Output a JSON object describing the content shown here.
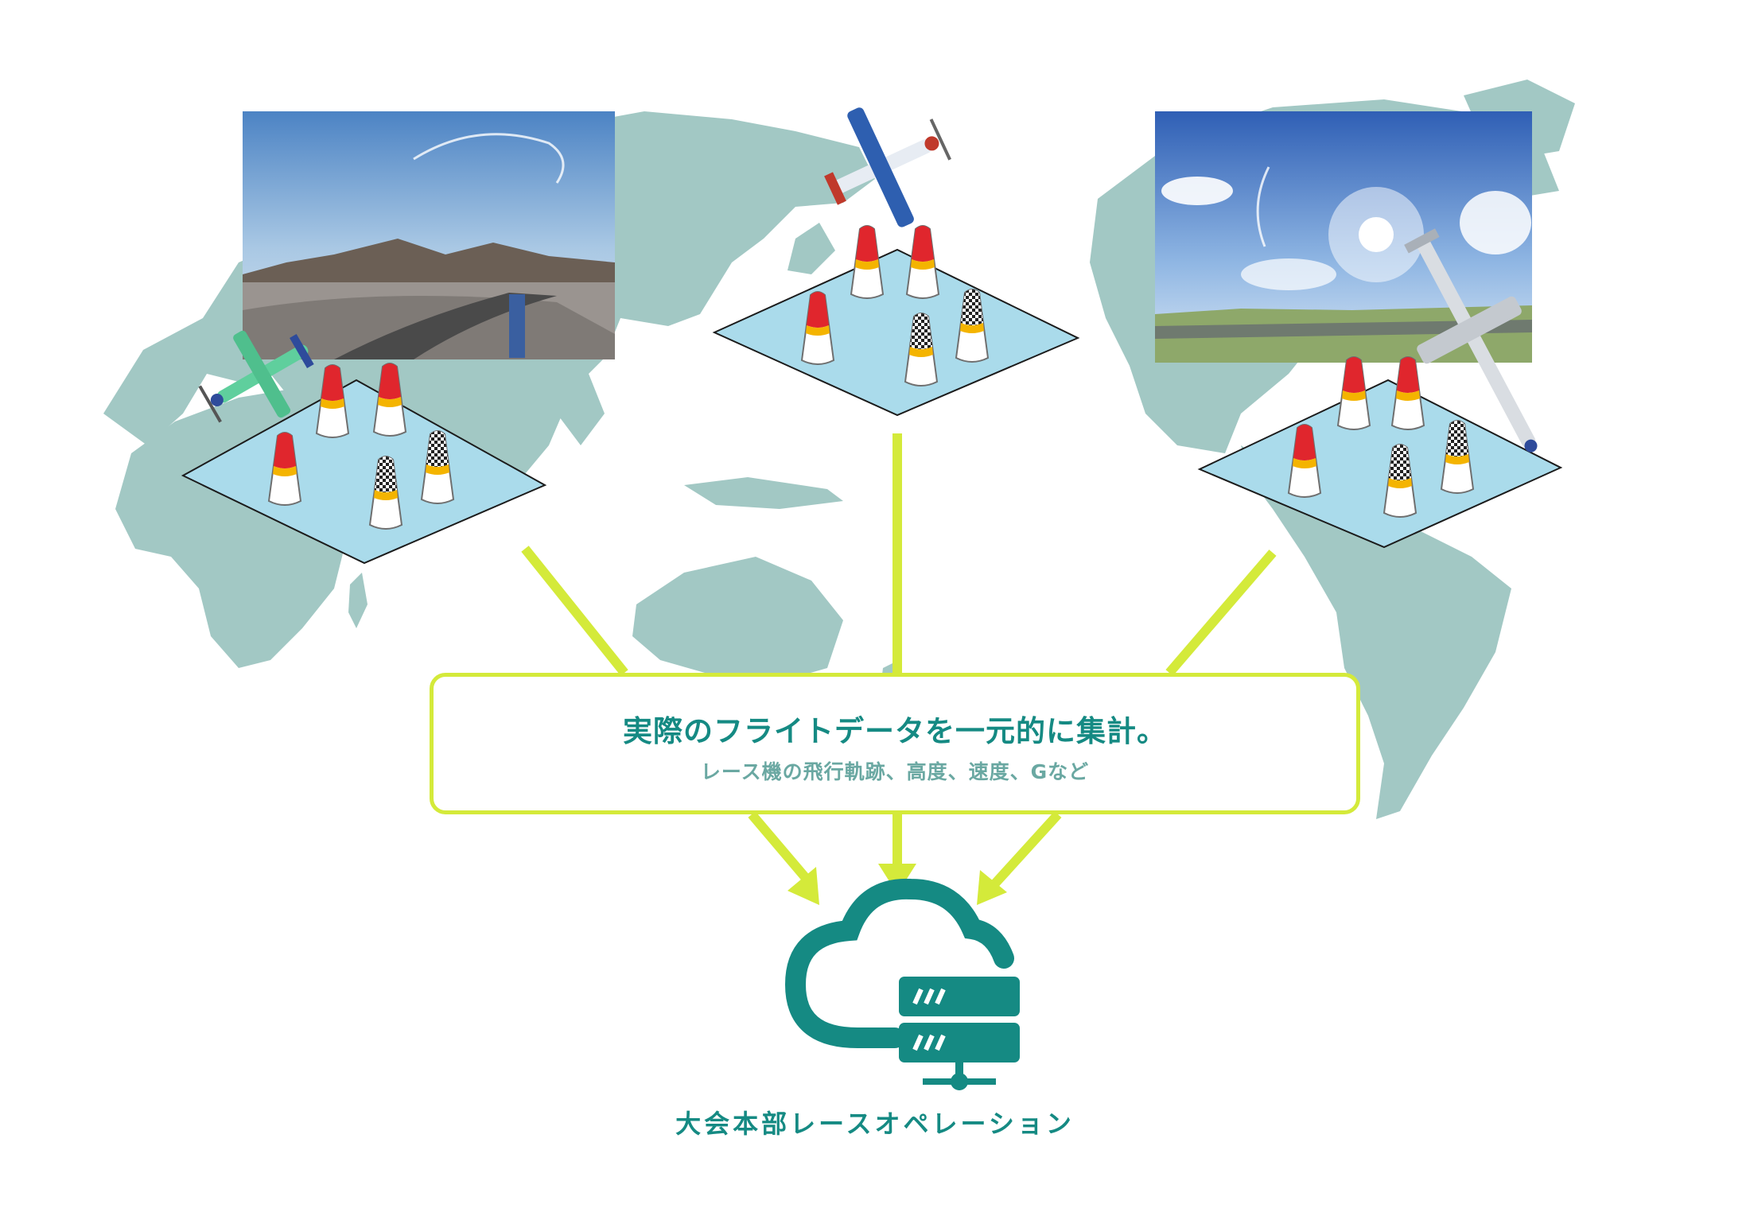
{
  "summary": {
    "title": "実際のフライトデータを一元的に集計。",
    "subtitle": "レース機の飛行軌跡、高度、速度、Gなど"
  },
  "headquarters": {
    "label": "大会本部レースオペレーション",
    "icon": "cloud-server-icon"
  },
  "venues": [
    {
      "id": "left",
      "icon": "race-plane-icon",
      "photo": "racetrack-photo"
    },
    {
      "id": "center",
      "icon": "race-plane-icon"
    },
    {
      "id": "right",
      "icon": "race-plane-icon",
      "photo": "airfield-photo"
    }
  ],
  "colors": {
    "map": "#a2c8c4",
    "accent": "#d4ea3a",
    "teal": "#158a83",
    "pad": "#aadbeb",
    "pylon_red": "#e0262d",
    "pylon_yellow": "#f4b400"
  }
}
